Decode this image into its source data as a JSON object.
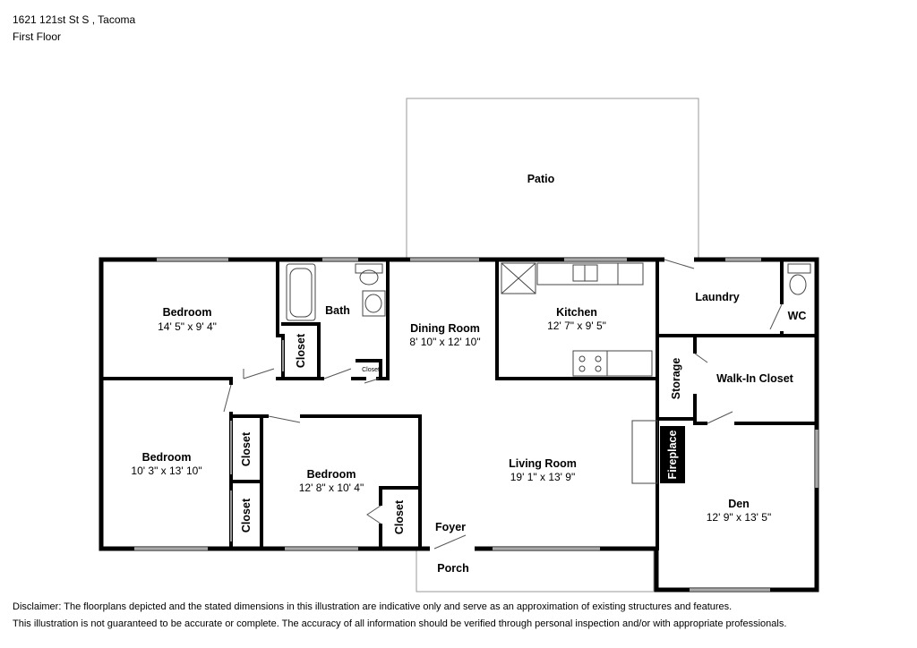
{
  "header": {
    "address": "1621 121st St S , Tacoma",
    "floor": "First Floor"
  },
  "rooms": {
    "patio": {
      "name": "Patio"
    },
    "bedroom1": {
      "name": "Bedroom",
      "dim": "14' 5\" x 9' 4\""
    },
    "bath": {
      "name": "Bath"
    },
    "dining": {
      "name": "Dining Room",
      "dim": "8' 10\" x 12' 10\""
    },
    "kitchen": {
      "name": "Kitchen",
      "dim": "12' 7\" x 9' 5\""
    },
    "laundry": {
      "name": "Laundry"
    },
    "wc": {
      "name": "WC"
    },
    "closet_bath": {
      "name": "Closet"
    },
    "closet_small": {
      "name": "Closet"
    },
    "storage": {
      "name": "Storage"
    },
    "walkin": {
      "name": "Walk-In Closet"
    },
    "bedroom2": {
      "name": "Bedroom",
      "dim": "10' 3\" x 13' 10\""
    },
    "closet_b2a": {
      "name": "Closet"
    },
    "closet_b2b": {
      "name": "Closet"
    },
    "bedroom3": {
      "name": "Bedroom",
      "dim": "12' 8\" x 10' 4\""
    },
    "closet_b3": {
      "name": "Closet"
    },
    "living": {
      "name": "Living Room",
      "dim": "19' 1\" x 13' 9\""
    },
    "fireplace": {
      "name": "Fireplace"
    },
    "den": {
      "name": "Den",
      "dim": "12' 9\" x 13' 5\""
    },
    "foyer": {
      "name": "Foyer"
    },
    "porch": {
      "name": "Porch"
    }
  },
  "disclaimer": {
    "line1": "Disclaimer: The floorplans depicted and the stated dimensions in this illustration are indicative only and serve as an approximation of existing structures and features.",
    "line2": "This illustration is not guaranteed to be accurate or complete. The accuracy of all information should be verified through personal inspection and/or with appropriate professionals."
  }
}
